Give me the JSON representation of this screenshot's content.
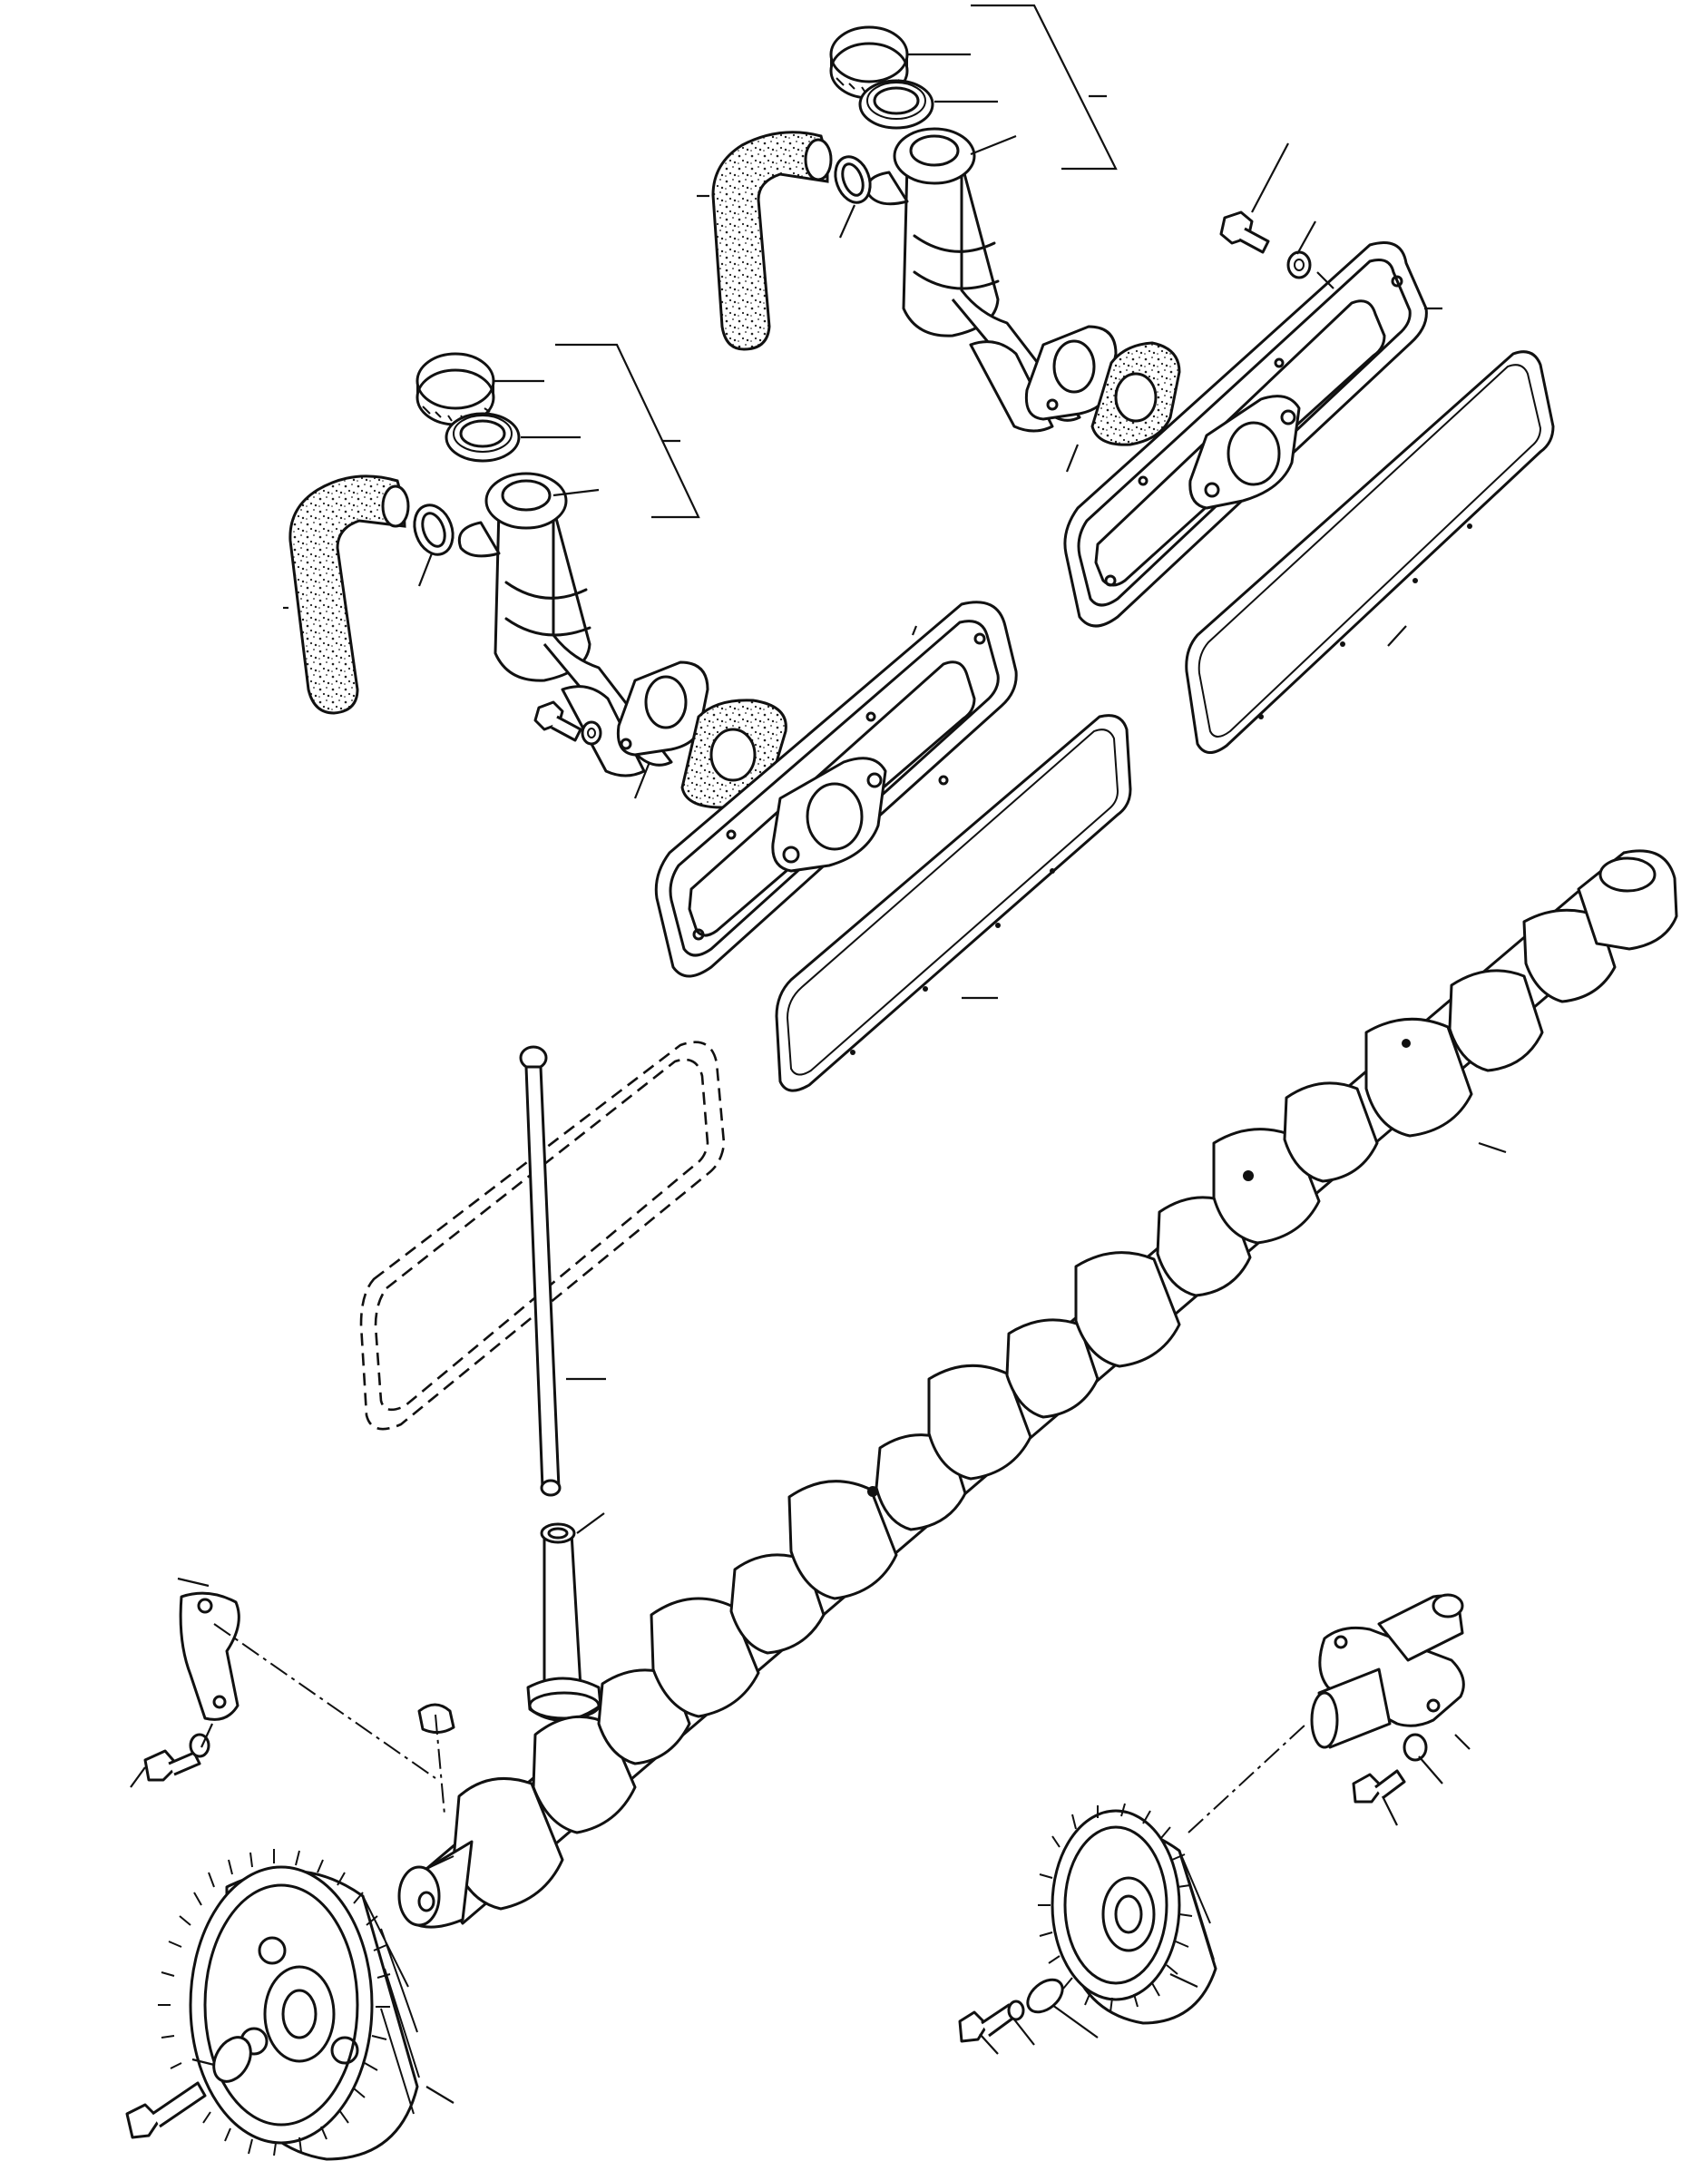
{
  "diagram": {
    "callout_labels": [],
    "parts": [
      "hose-upper",
      "hose-clamp-upper",
      "cap-upper",
      "seal-upper",
      "breather-body-upper",
      "breather-flange-upper",
      "breather-gasket-upper",
      "side-cover-upper",
      "cover-gasket-upper",
      "bolt-upper",
      "washer-upper",
      "hose-lower",
      "hose-clamp-lower",
      "cap-lower",
      "seal-lower",
      "breather-body-lower",
      "breather-flange-lower",
      "breather-gasket-lower",
      "side-cover-lower",
      "cover-gasket-lower",
      "bolt-lower",
      "washer-lower",
      "camshaft",
      "push-rod",
      "tappet",
      "dashed-cover-gasket",
      "thrust-plate",
      "key",
      "cam-gear",
      "gear-washer",
      "gear-bolt",
      "idler-shaft",
      "idler-gear",
      "idler-washer",
      "idler-bolt"
    ],
    "colors": {
      "ink": "#111111",
      "paper": "#ffffff"
    }
  }
}
